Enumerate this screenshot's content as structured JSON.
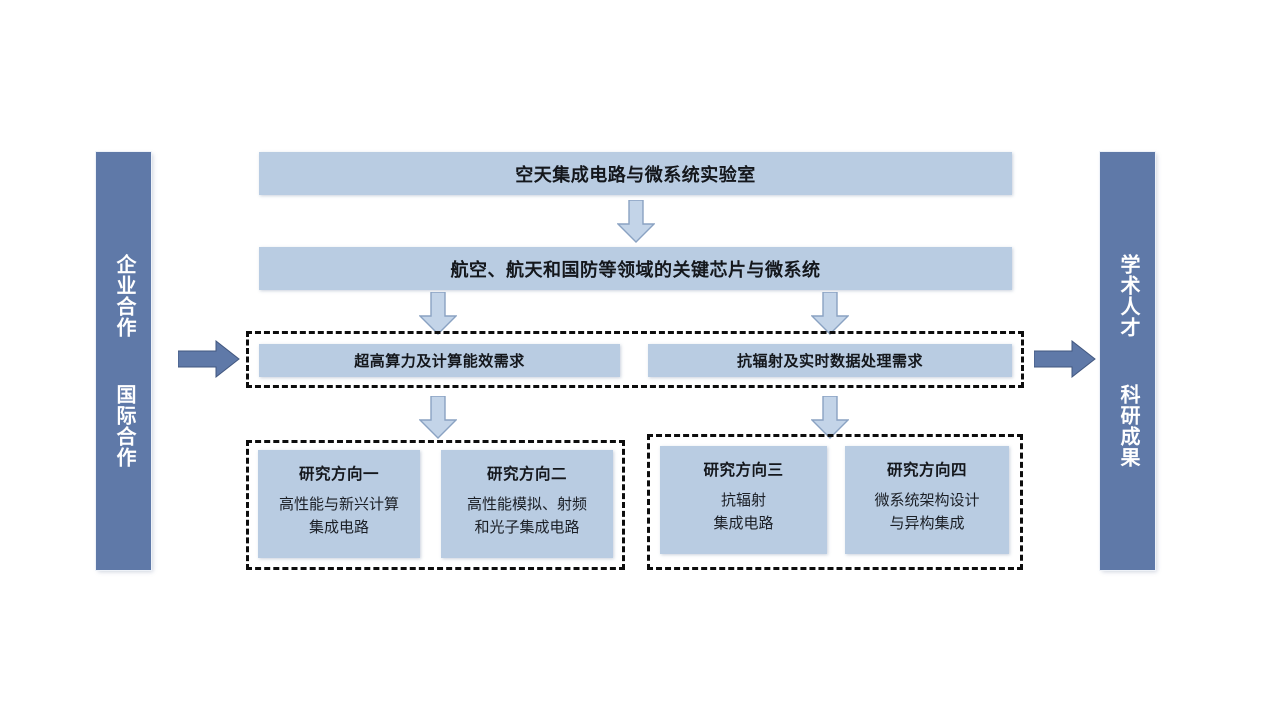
{
  "diagram": {
    "left_bar": {
      "name": "企业合作　国际合作",
      "text": "企业合作  国际合作",
      "color": "#5f79a8"
    },
    "right_bar": {
      "name": "学术人才　科研成果",
      "text": "学术人才  科研成果",
      "color": "#5f79a8"
    },
    "arrows": {
      "left_in_name": "input-arrow-right",
      "right_out_name": "output-arrow-right",
      "down_name": "down-arrow",
      "fill": "#b9cce2",
      "stroke": "#7f97bb",
      "solid_fill": "#5f79a8"
    },
    "lab_banner": {
      "title": "空天集成电路与微系统实验室"
    },
    "target_banner": {
      "title": "航空、航天和国防等领域的关键芯片与微系统"
    },
    "requirements": [
      {
        "title": "超高算力及计算能效需求"
      },
      {
        "title": "抗辐射及实时数据处理需求"
      }
    ],
    "directions": [
      {
        "title": "研究方向一",
        "line1": "高性能与新兴计算",
        "line2": "集成电路"
      },
      {
        "title": "研究方向二",
        "line1": "高性能模拟、射频",
        "line2": "和光子集成电路"
      },
      {
        "title": "研究方向三",
        "line1": "抗辐射",
        "line2": "集成电路"
      },
      {
        "title": "研究方向四",
        "line1": "微系统架构设计",
        "line2": "与异构集成"
      }
    ],
    "box_fill": "#b9cce2",
    "dash_color": "#0d0d0d"
  }
}
